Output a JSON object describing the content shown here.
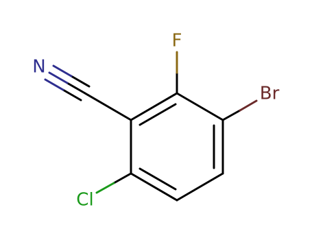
{
  "molecule": {
    "atoms": {
      "nitrogen": {
        "label": "N",
        "color": "#2e2e8f"
      },
      "fluorine": {
        "label": "F",
        "color": "#8b6914"
      },
      "bromine": {
        "label": "Br",
        "color": "#6b2a2a"
      },
      "chlorine": {
        "label": "Cl",
        "color": "#1a9a1a"
      }
    },
    "bond_color": "#000000"
  }
}
